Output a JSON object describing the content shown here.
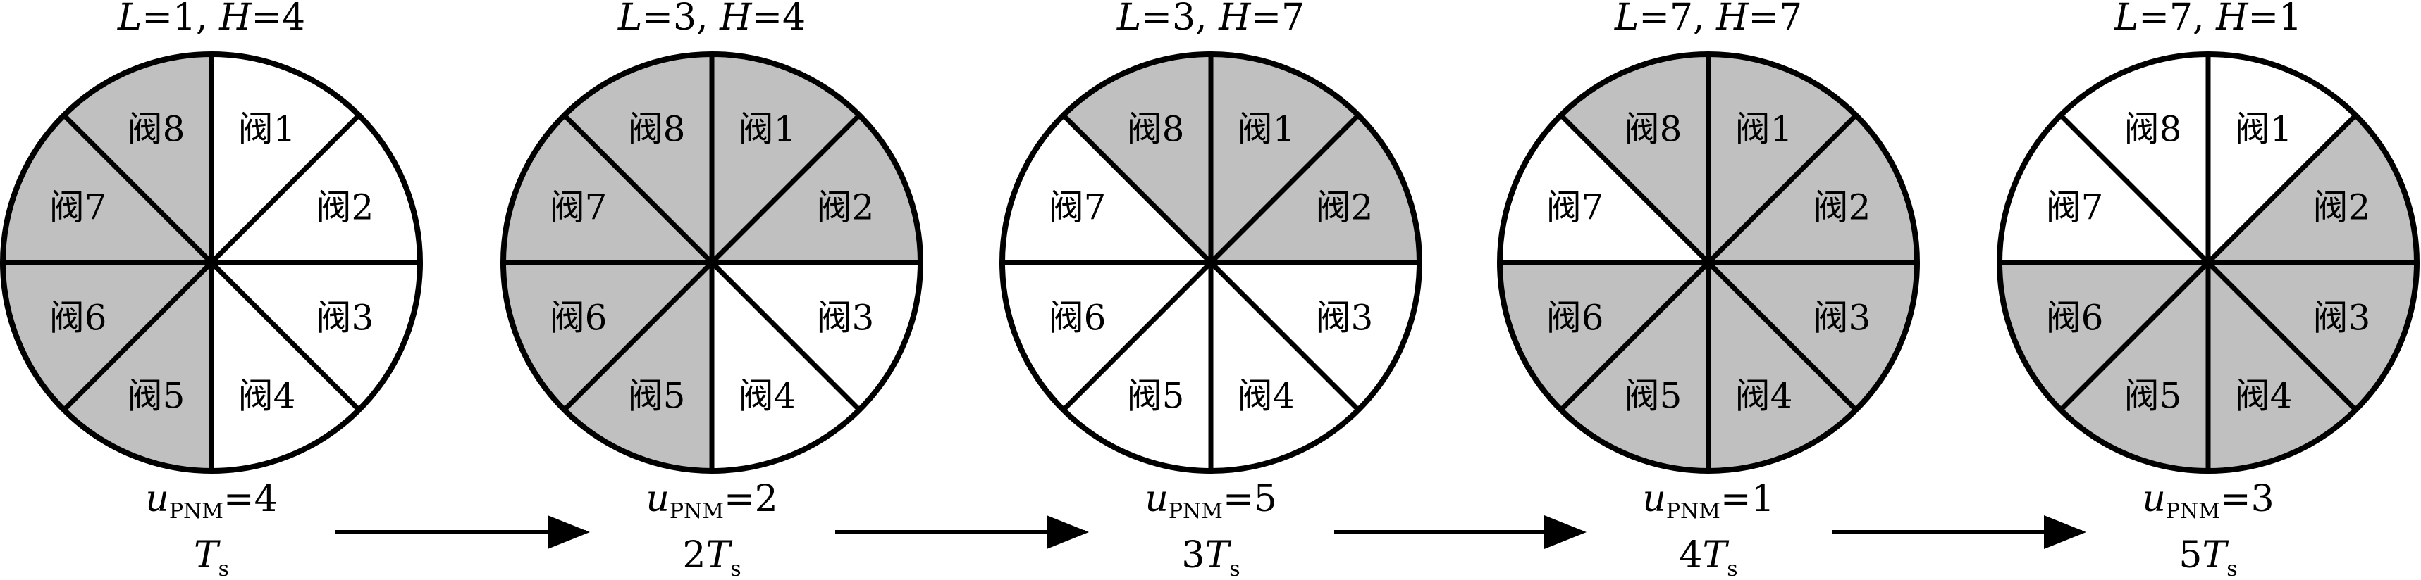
{
  "colors": {
    "on": "#c0c0c0",
    "off": "#ffffff",
    "stroke": "#000000"
  },
  "valve_labels": [
    "阀1",
    "阀2",
    "阀3",
    "阀4",
    "阀5",
    "阀6",
    "阀7",
    "阀8"
  ],
  "states": [
    {
      "title": {
        "l_sym": "L",
        "l_val": "=1, ",
        "h_sym": "H",
        "h_val": "=4"
      },
      "shaded": [
        5,
        6,
        7,
        8
      ],
      "u_sym": "u",
      "u_sub": "PNM",
      "u_val": "=4",
      "t_coef": "",
      "t_sym": "T",
      "t_sub": "s"
    },
    {
      "title": {
        "l_sym": "L",
        "l_val": "=3, ",
        "h_sym": "H",
        "h_val": "=4"
      },
      "shaded": [
        1,
        2,
        5,
        6,
        7,
        8
      ],
      "u_sym": "u",
      "u_sub": "PNM",
      "u_val": "=2",
      "t_coef": "2",
      "t_sym": "T",
      "t_sub": "s"
    },
    {
      "title": {
        "l_sym": "L",
        "l_val": "=3, ",
        "h_sym": "H",
        "h_val": "=7"
      },
      "shaded": [
        1,
        2,
        8
      ],
      "u_sym": "u",
      "u_sub": "PNM",
      "u_val": "=5",
      "t_coef": "3",
      "t_sym": "T",
      "t_sub": "s"
    },
    {
      "title": {
        "l_sym": "L",
        "l_val": "=7, ",
        "h_sym": "H",
        "h_val": "=7"
      },
      "shaded": [
        1,
        2,
        3,
        4,
        5,
        6,
        8
      ],
      "u_sym": "u",
      "u_sub": "PNM",
      "u_val": "=1",
      "t_coef": "4",
      "t_sym": "T",
      "t_sub": "s"
    },
    {
      "title": {
        "l_sym": "L",
        "l_val": "=7, ",
        "h_sym": "H",
        "h_val": "=1"
      },
      "shaded": [
        2,
        3,
        4,
        5,
        6
      ],
      "u_sym": "u",
      "u_sub": "PNM",
      "u_val": "=3",
      "t_coef": "5",
      "t_sym": "T",
      "t_sub": "s"
    }
  ]
}
